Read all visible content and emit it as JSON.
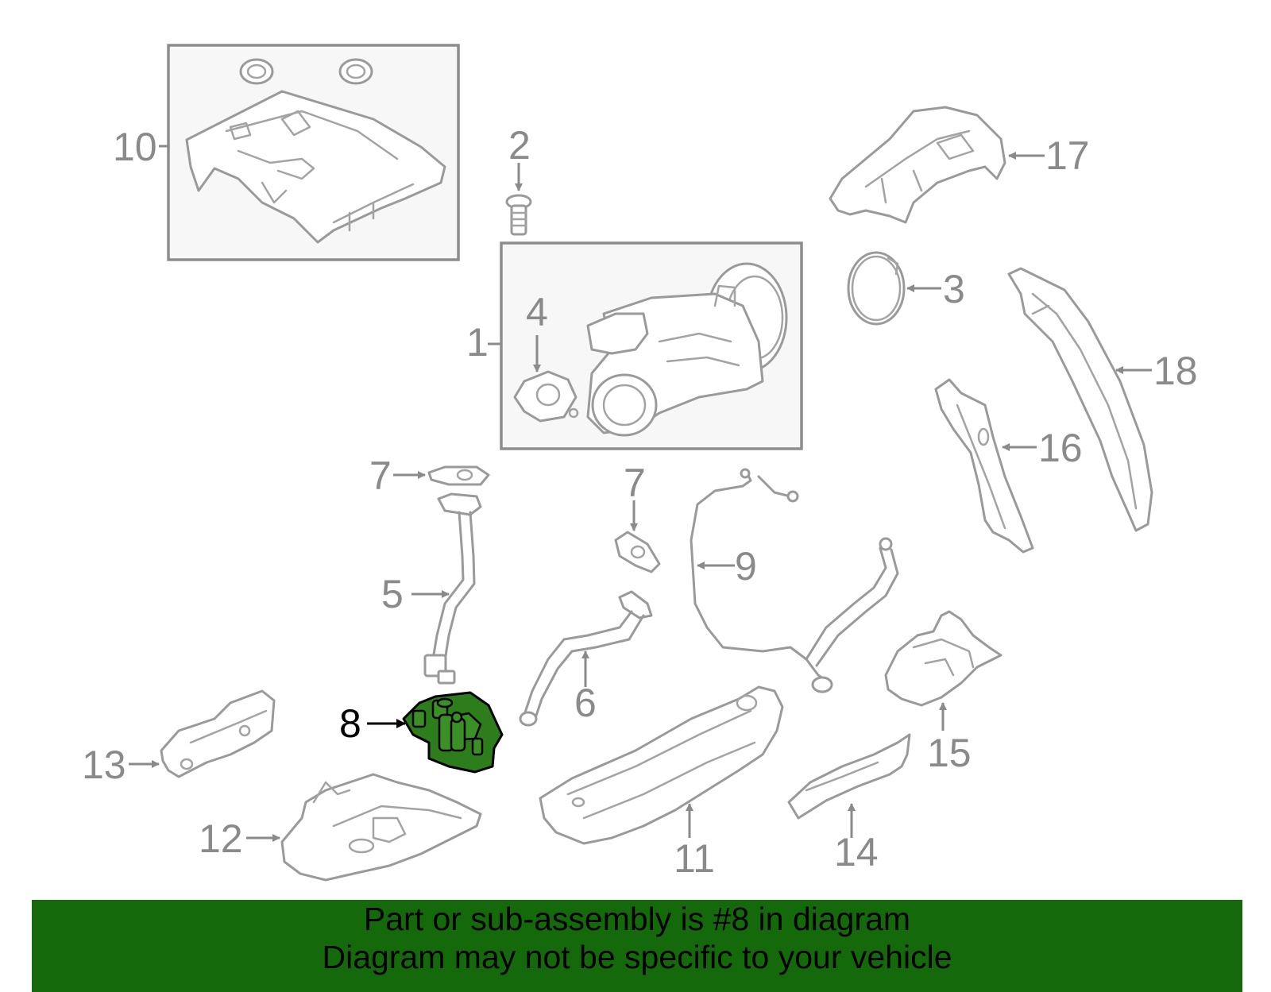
{
  "diagram": {
    "labels": {
      "p1": "1",
      "p2": "2",
      "p3": "3",
      "p4": "4",
      "p5": "5",
      "p6": "6",
      "p7a": "7",
      "p7b": "7",
      "p8": "8",
      "p9": "9",
      "p10": "10",
      "p11": "11",
      "p12": "12",
      "p13": "13",
      "p14": "14",
      "p15": "15",
      "p16": "16",
      "p17": "17",
      "p18": "18"
    },
    "highlighted_part": "8",
    "colors": {
      "highlight": "#2e7d1c",
      "line_art": "#9a9a9a",
      "banner": "#146a0b"
    }
  },
  "banner": {
    "line1": "Part or sub-assembly is #8 in diagram",
    "line2": "Diagram may not be specific to your vehicle"
  }
}
